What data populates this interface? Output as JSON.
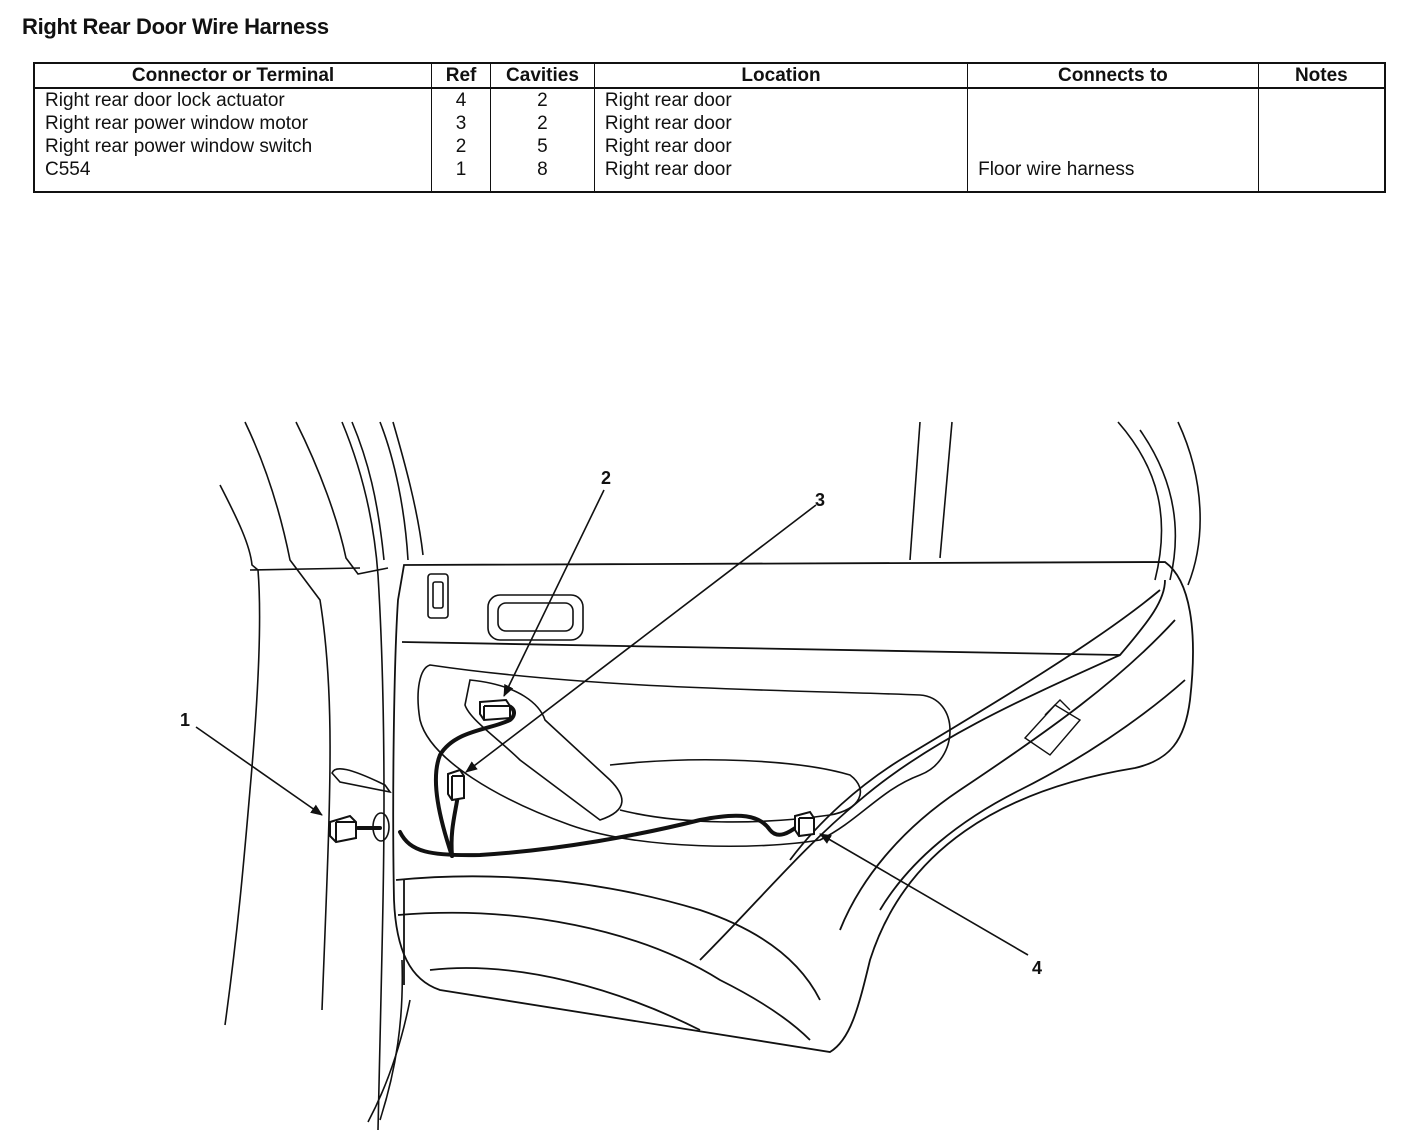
{
  "title": "Right Rear Door Wire Harness",
  "table": {
    "headers": [
      "Connector or Terminal",
      "Ref",
      "Cavities",
      "Location",
      "Connects to",
      "Notes"
    ],
    "rows": [
      [
        "Right rear door lock actuator",
        "4",
        "2",
        "Right rear door",
        "",
        ""
      ],
      [
        "Right rear power window motor",
        "3",
        "2",
        "Right rear door",
        "",
        ""
      ],
      [
        "Right rear power window switch",
        "2",
        "5",
        "Right rear door",
        "",
        ""
      ],
      [
        "C554",
        "1",
        "8",
        "Right rear door",
        "Floor wire harness",
        ""
      ]
    ]
  },
  "diagram": {
    "callouts": [
      "1",
      "2",
      "3",
      "4"
    ]
  }
}
